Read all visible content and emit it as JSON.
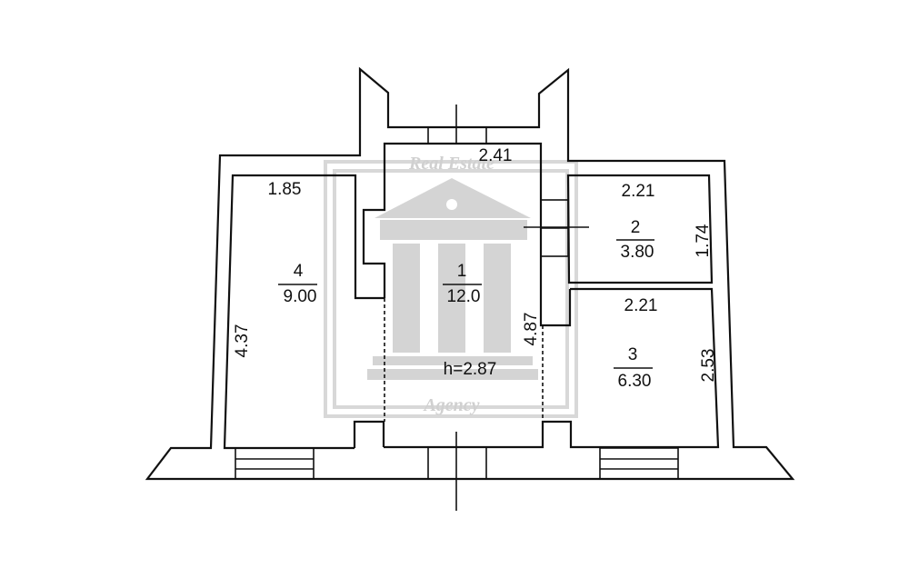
{
  "watermark": {
    "top_text": "Real Estate",
    "bottom_text": "Agency",
    "color": "#d4d4d4"
  },
  "rooms": [
    {
      "number": "1",
      "area": "12.0",
      "height": "h=2.87",
      "width": "2.41",
      "length": "4.87"
    },
    {
      "number": "2",
      "area": "3.80",
      "width": "2.21",
      "length": "1.74"
    },
    {
      "number": "3",
      "area": "6.30",
      "width": "2.21",
      "length": "2.53"
    },
    {
      "number": "4",
      "area": "9.00",
      "width": "1.85",
      "length": "4.37"
    }
  ]
}
